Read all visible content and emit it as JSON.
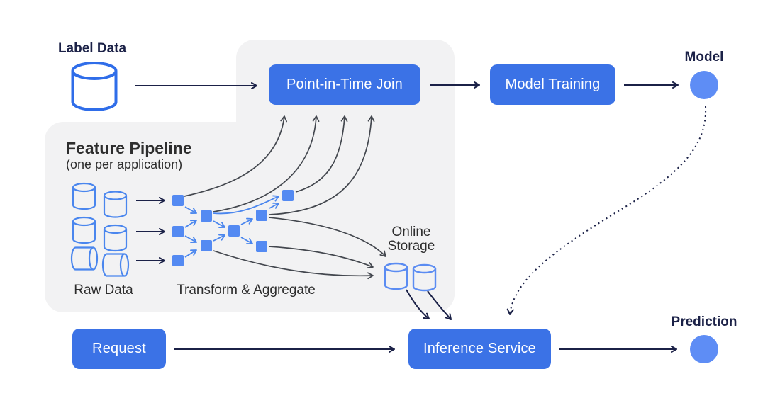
{
  "nodes": {
    "label_data": {
      "label": "Label Data"
    },
    "point_in_time_join": {
      "label": "Point-in-Time Join"
    },
    "model_training": {
      "label": "Model Training"
    },
    "model": {
      "label": "Model"
    },
    "feature_pipeline": {
      "title": "Feature Pipeline",
      "subtitle": "(one per application)"
    },
    "raw_data": {
      "label": "Raw Data"
    },
    "transform_aggregate": {
      "label": "Transform & Aggregate"
    },
    "online_storage": {
      "line1": "Online",
      "line2": "Storage"
    },
    "request": {
      "label": "Request"
    },
    "inference_service": {
      "label": "Inference Service"
    },
    "prediction": {
      "label": "Prediction"
    }
  },
  "icons": {
    "database_cylinder": "database-cylinder-icon",
    "transform_node": "transform-node-square",
    "artifact_circle": "artifact-circle"
  },
  "colors": {
    "button_blue": "#3b72e6",
    "circle_blue": "#5e8df5",
    "square_blue": "#548af2",
    "label_cyl_stroke": "#2f6de9",
    "raw_cyl_stroke": "#4a86ee",
    "storage_cyl_stroke": "#5b8cf2",
    "navy": "#1b2147",
    "dark_arrow": "#43474e",
    "blue_arrow": "#4a86ee",
    "panel_gray": "#f2f2f3",
    "text_dark": "#2d2d2d"
  }
}
